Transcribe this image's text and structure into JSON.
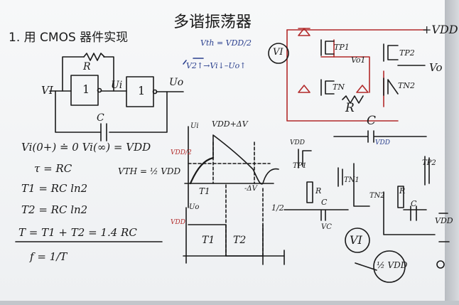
{
  "title": "多谐振荡器",
  "section": "1. 用 CMOS 器件实现",
  "left_circuit": {
    "resistor": "R",
    "capacitor": "C",
    "input": "VI",
    "node": "Ui",
    "output": "Uo",
    "gate1": "1",
    "gate2": "1"
  },
  "blue_note": {
    "line1": "Vth = VDD/2",
    "line2": "V2↑→Vi↓–Uo↑"
  },
  "equations": [
    "Vi(0+) ≐ 0   Vi(∞) = VDD",
    "τ = RC",
    "T1 = RC ln2",
    "T2 = RC ln2",
    "T = T1 + T2 = 1.4 RC",
    "f = 1/T",
    "VTH = ½ VDD"
  ],
  "waveform": {
    "ui_label": "Ui",
    "peak_label": "VDD+ΔV",
    "vth_label": "VDD/2",
    "t1_mark": "T1",
    "uo_label": "Uo",
    "vdd_label": "VDD",
    "t1_box": "T1",
    "t2_box": "T2",
    "neg_label": "-ΔV"
  },
  "right_circuit": {
    "supply": "+VDD",
    "input": "VI",
    "tp1": "TP1",
    "tn1": "TN",
    "node": "Vo1",
    "tp2": "TP2",
    "tn2": "TN2",
    "output": "Vo",
    "resistor": "R",
    "capacitor": "C"
  },
  "bottom_right": {
    "vdd_a": "VDD",
    "tp1": "TP1",
    "tn1": "TN1",
    "r": "R",
    "c": "C",
    "half": "1/2",
    "vc": "VC",
    "vdd_b": "VDD",
    "tp2": "TP2",
    "tn2": "TN2",
    "r2": "R",
    "c2": "C",
    "vdd_c": "VDD",
    "vi_circle": "VI",
    "fraction": "½ VDD"
  },
  "colors": {
    "ink": "#1a1a1a",
    "blue": "#2a3f8e",
    "red": "#b22a2a",
    "board": "#f3f4f6"
  }
}
